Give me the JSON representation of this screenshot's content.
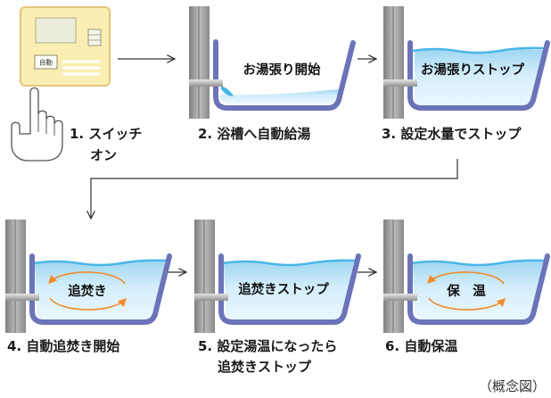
{
  "steps": [
    {
      "caption_1": "1. スイッチ",
      "caption_2": "オン",
      "panel_button": "自動"
    },
    {
      "caption_1": "2. 浴槽へ自動給湯",
      "label": "お湯張り開始"
    },
    {
      "caption_1": "3. 設定水量でストップ",
      "label": "お湯張りストップ"
    },
    {
      "caption_1": "4. 自動追焚き開始",
      "label": "追焚き"
    },
    {
      "caption_1": "5. 設定湯温になったら",
      "caption_2": "追焚きストップ",
      "label": "追焚きストップ"
    },
    {
      "caption_1": "6. 自動保温",
      "label": "保　温"
    }
  ],
  "note": "（概念図）",
  "colors": {
    "tub_outline": "#6b74b8",
    "water_light": "#e6f5fd",
    "water_mid": "#9fd6f2",
    "water_surface": "#49b6e8",
    "arrow_orange": "#f08c2a",
    "panel_fill": "#fbeeb2",
    "panel_border": "#e2c679",
    "wall": "#9e9e9e",
    "pipe": "#b8b8b8"
  }
}
